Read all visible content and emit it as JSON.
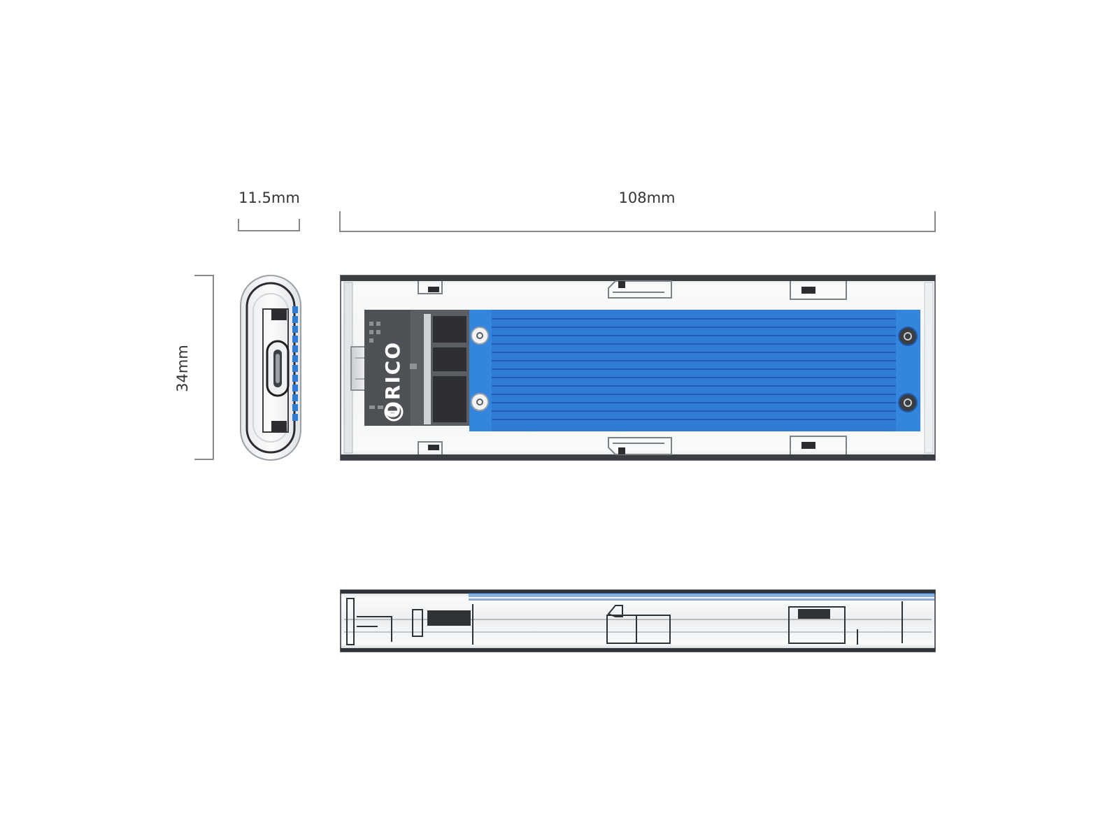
{
  "dimensions": {
    "width_label": "108mm",
    "thickness_label": "11.5mm",
    "height_label": "34mm"
  },
  "brand": {
    "logo_text": "ORICO"
  },
  "colors": {
    "heatsink": "#2f7bd6",
    "heatsink_fin": "#1f5fb4",
    "shell": "#f4f5f6",
    "pcb": "#5b5e62",
    "dimension_line": "#888888"
  }
}
